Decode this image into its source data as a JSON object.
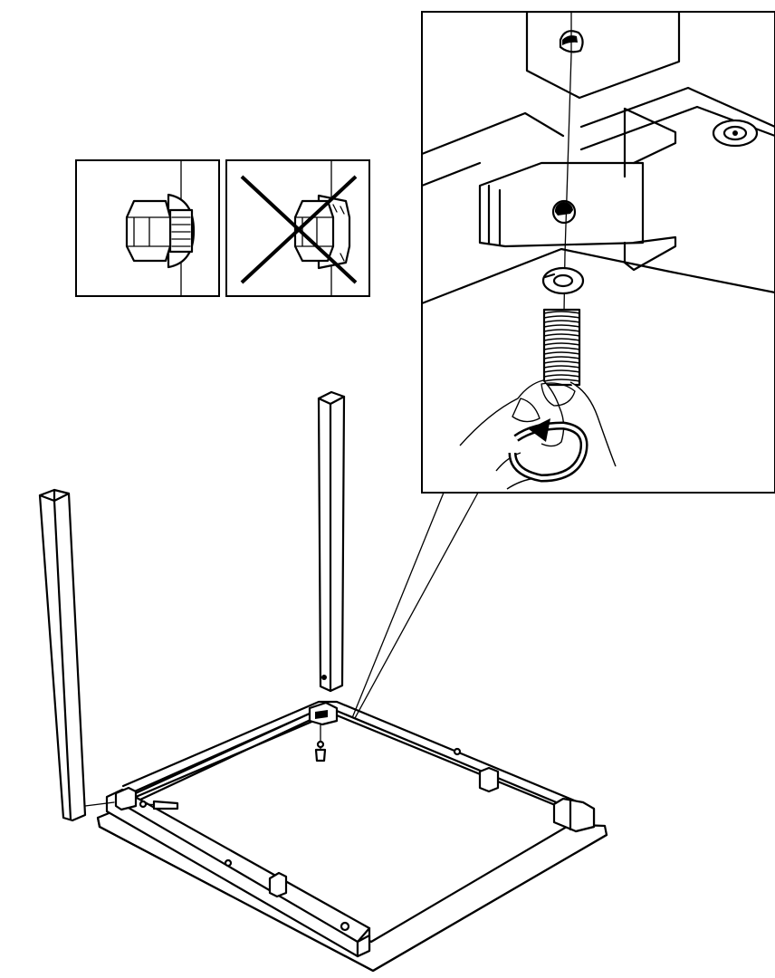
{
  "figure": {
    "kind": "assembly-instruction",
    "step_note": "",
    "colors": {
      "line": "#000000",
      "background": "#ffffff"
    },
    "icons": [
      "correct-bolt-icon",
      "wrong-bolt-icon",
      "hand-turn-icon",
      "table-frame",
      "table-leg"
    ]
  }
}
